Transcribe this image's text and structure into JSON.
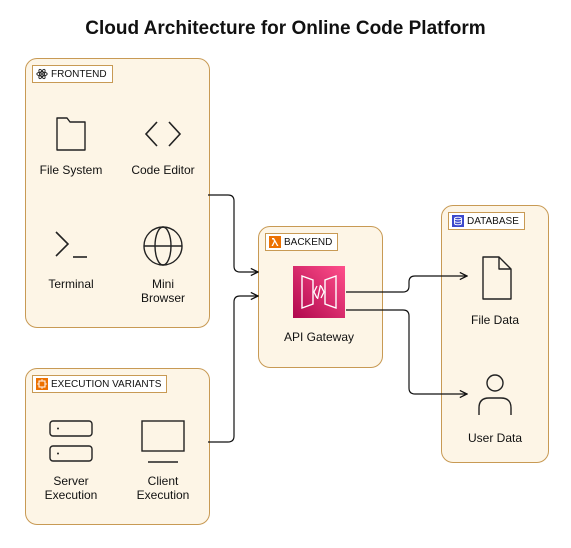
{
  "title": "Cloud Architecture for Online Code Platform",
  "frontend": {
    "badge": "FRONTEND",
    "badge_icon": "react-atom-icon",
    "nodes": [
      {
        "label": "File System",
        "icon": "folder-icon"
      },
      {
        "label": "Code Editor",
        "icon": "code-brackets-icon"
      },
      {
        "label": "Terminal",
        "icon": "terminal-prompt-icon"
      },
      {
        "label": "Mini Browser",
        "icon": "globe-icon"
      }
    ]
  },
  "execution": {
    "badge": "EXECUTION VARIANTS",
    "badge_icon": "compute-icon",
    "nodes": [
      {
        "label": "Server Execution",
        "icon": "server-icon"
      },
      {
        "label": "Client Execution",
        "icon": "monitor-icon"
      }
    ]
  },
  "backend": {
    "badge": "BACKEND",
    "badge_icon": "lambda-icon",
    "node": {
      "label": "API Gateway",
      "icon": "api-gateway-icon"
    }
  },
  "database": {
    "badge": "DATABASE",
    "badge_icon": "database-icon",
    "nodes": [
      {
        "label": "File Data",
        "icon": "file-icon"
      },
      {
        "label": "User Data",
        "icon": "user-icon"
      }
    ]
  },
  "colors": {
    "panel_fill": "#fdf5e6",
    "panel_border": "#c89a54",
    "api_gateway_gradient": [
      "#e7157b",
      "#f34482"
    ],
    "lambda_orange": "#ed7100",
    "database_blue": "#3b48cc"
  }
}
